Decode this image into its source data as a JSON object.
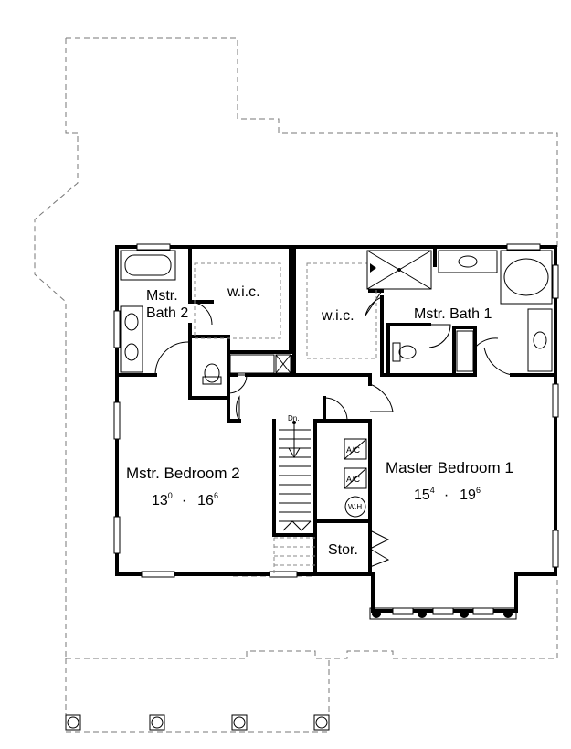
{
  "rooms": {
    "mstr_bath_2_line1": "Mstr.",
    "mstr_bath_2_line2": "Bath 2",
    "wic_left": "w.i.c.",
    "wic_right": "w.i.c.",
    "mstr_bath_1": "Mstr. Bath 1",
    "mstr_bedroom_2": "Mstr. Bedroom 2",
    "master_bedroom_1": "Master Bedroom 1",
    "storage": "Stor."
  },
  "dimensions": {
    "bedroom_2_width_ft": "13",
    "bedroom_2_width_in": "0",
    "bedroom_2_depth_ft": "16",
    "bedroom_2_depth_in": "6",
    "bedroom_1_width_ft": "15",
    "bedroom_1_width_in": "4",
    "bedroom_1_depth_ft": "19",
    "bedroom_1_depth_in": "6",
    "separator": "·"
  },
  "stair_label": "Dn.",
  "ac_label_1": "A/C",
  "ac_label_2": "A/C",
  "water_heater_label": "W.H"
}
